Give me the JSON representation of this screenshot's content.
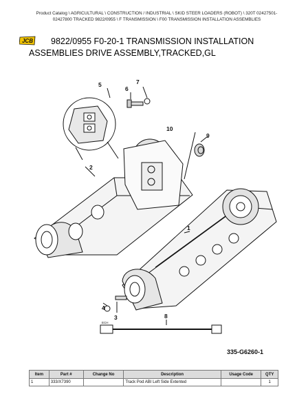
{
  "breadcrumb": {
    "line1": "Product Catalog  \\  AGRICULTURAL  \\  CONSTRUCTION / INDUSTRIAL  \\  SKID STEER LOADERS (ROBOT)  \\  320T 02427501-",
    "line2": "02427800 TRACKED 9822/0955  \\  F TRANSMISSION  \\  F00 TRANSMISSION INSTALLATION ASSEMBLIES"
  },
  "logo": {
    "text": "JCB",
    "color": "#f2c400"
  },
  "title": {
    "line1": "9822/0955 F0-20-1 TRANSMISSION INSTALLATION",
    "line2": "ASSEMBLIES DRIVE ASSEMBLY,TRACKED,GL"
  },
  "diagram": {
    "callouts": [
      "1",
      "2",
      "3",
      "4",
      "5",
      "6",
      "7",
      "8",
      "9",
      "10"
    ],
    "connector_label": "ECH"
  },
  "figure_ref": "335-G6260-1",
  "parts_table": {
    "headers": [
      "Item",
      "Part #",
      "Change No",
      "Description",
      "Usage Code",
      "QTY"
    ],
    "rows": [
      {
        "item": "1",
        "part": "333/X7390",
        "change": "",
        "description": "Track Pod ABI Left Side Extented",
        "usage": "",
        "qty": "1"
      }
    ]
  }
}
